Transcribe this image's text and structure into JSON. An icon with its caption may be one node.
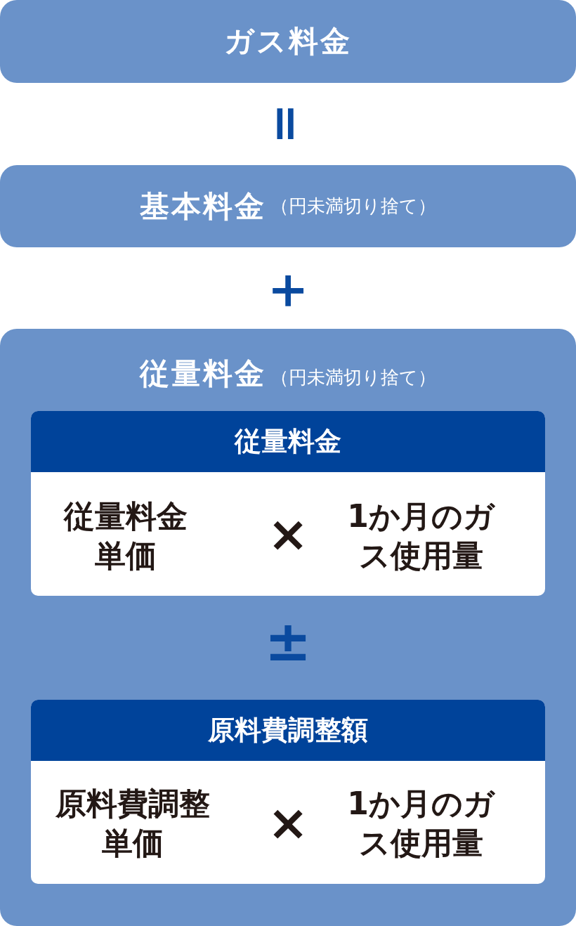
{
  "diagram": {
    "nodes": [
      {
        "text": [
          "ガス料金"
        ]
      },
      {
        "text": [
          "基本料金",
          "（円未満切り捨て）"
        ]
      },
      {
        "text": [
          "従量料金",
          "（円未満切り捨て）"
        ]
      },
      {
        "text": [
          "従量料金"
        ],
        "in": 2
      },
      {
        "text": [
          "従量料金単価"
        ],
        "in": 3
      },
      {
        "text": [
          "1か月のガス使用量"
        ],
        "in": 3
      },
      {
        "text": [
          "原料費調整額"
        ],
        "in": 2
      },
      {
        "text": [
          "原料費調整単価"
        ],
        "in": 6
      },
      {
        "text": [
          "1か月のガス使用量"
        ],
        "in": 6
      }
    ],
    "edges": [],
    "labels": [
      "＝",
      "＋",
      "×",
      "±",
      "×"
    ]
  }
}
